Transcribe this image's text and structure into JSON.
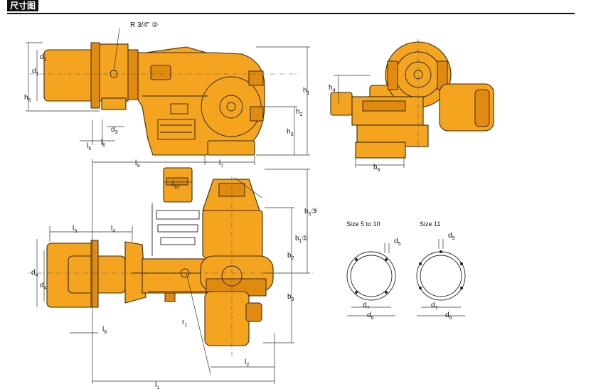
{
  "header": {
    "title": "尺寸图"
  },
  "labels": {
    "thread": "R 3/4\"",
    "thread_note": "②",
    "d1": "d",
    "d1s": "1",
    "d2": "d",
    "d2s": "2",
    "d3": "d",
    "d3s": "3",
    "d4a": "d",
    "d4as": "4",
    "d4b": "d",
    "d4bs": "4",
    "h1": "h",
    "h1s": "1",
    "h2": "h",
    "h2s": "2",
    "h3": "h",
    "h3s": "3",
    "h4": "h",
    "h4s": "4",
    "h5": "h",
    "h5s": "5",
    "l1": "l",
    "l1s": "1",
    "l2": "l",
    "l2s": "2",
    "l3": "l",
    "l3s": "3",
    "l4": "l",
    "l4s": "4",
    "l5": "l",
    "l5s": "5",
    "l6": "l",
    "l6s": "6",
    "l7": "l",
    "l7s": "7",
    "l8": "l",
    "l8s": "8",
    "l9": "l",
    "l9s": "9",
    "l10": "l",
    "l10s": "10",
    "b1": "b",
    "b1s": "1",
    "b1note": "①",
    "b2": "b",
    "b2s": "2",
    "b3": "b",
    "b3s": "3",
    "b5": "b",
    "b5s": "5",
    "b5note": "③",
    "b6": "b",
    "b6s": "6",
    "r1": "r",
    "r1s": "1"
  },
  "flange_details": {
    "left": {
      "caption": "Size 5 to 10",
      "d5": "d",
      "d5s": "5",
      "d7": "d",
      "d7s": "7",
      "d6": "d",
      "d6s": "6"
    },
    "right": {
      "caption": "Size 11",
      "d5": "d",
      "d5s": "5",
      "d7": "d",
      "d7s": "7",
      "d6": "d",
      "d6s": "6"
    }
  }
}
